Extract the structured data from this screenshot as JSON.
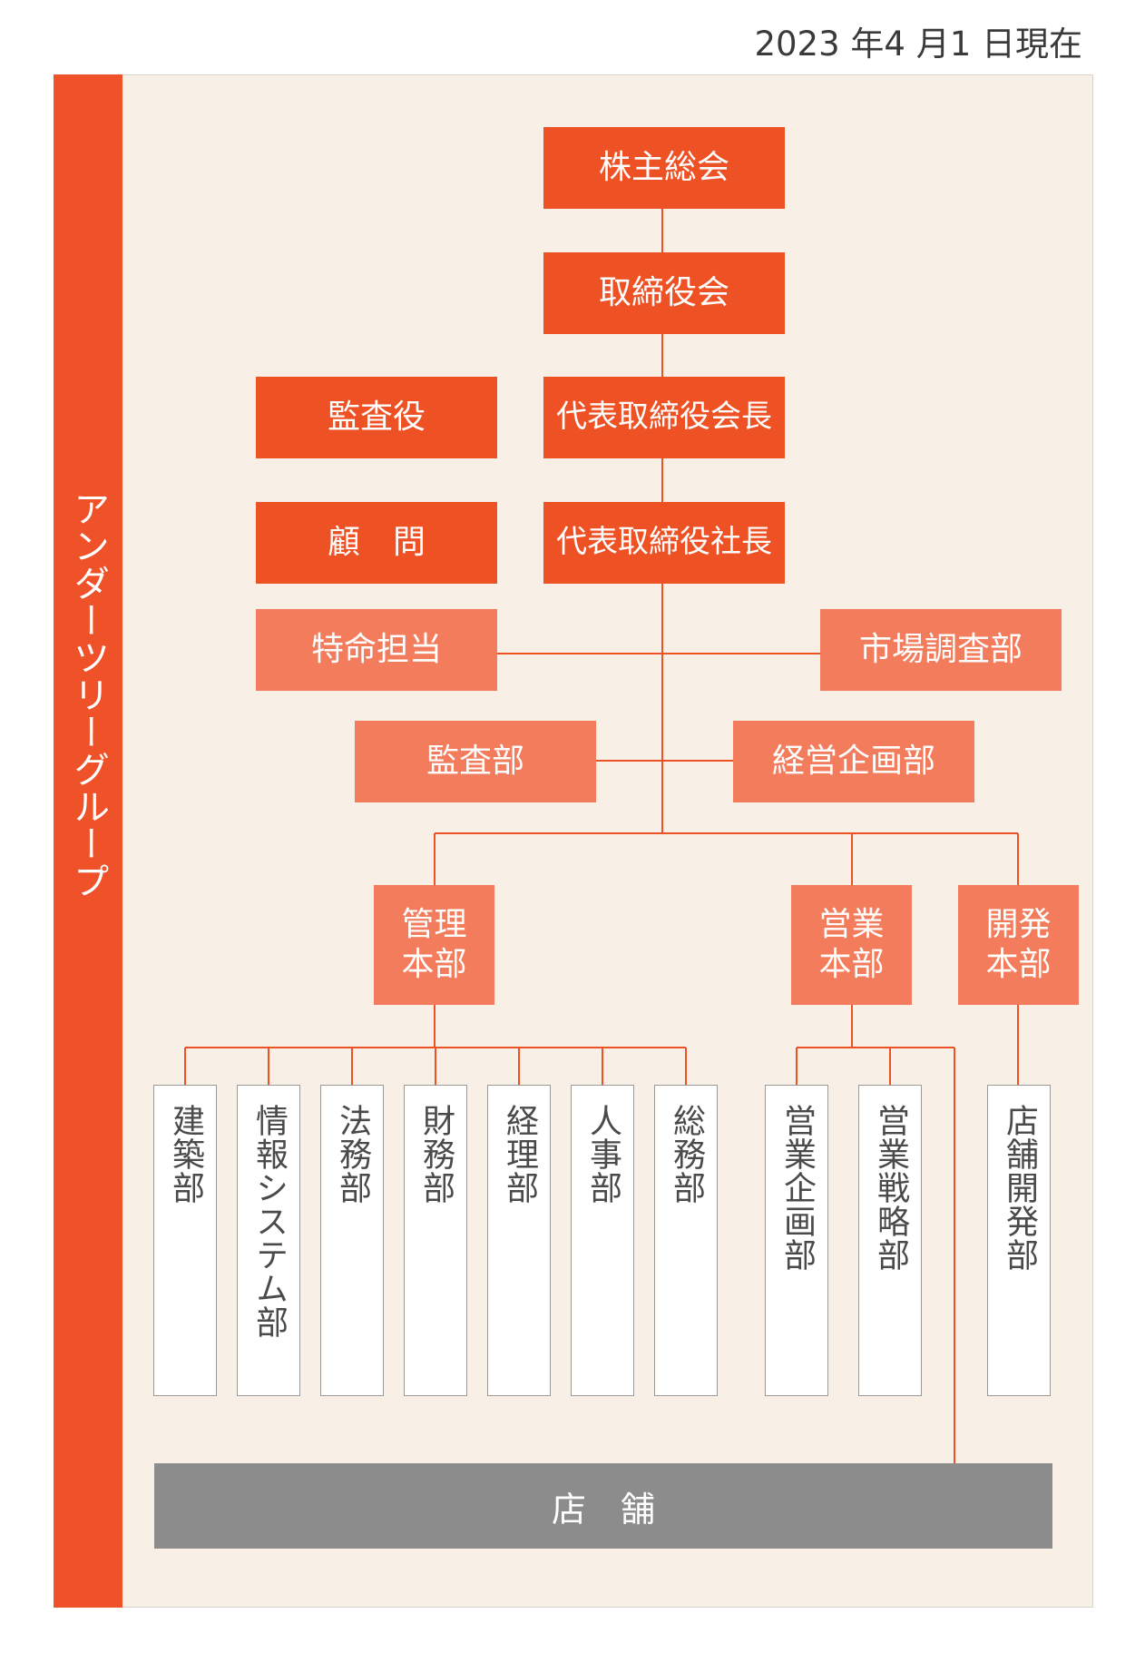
{
  "date_label": "2023 年4 月1 日現在",
  "group_label": "アンダーツリーグループ",
  "colors": {
    "primary": "#ee5124",
    "secondary": "#f27c5b",
    "background": "#f8efe6",
    "store": "#8c8c8c",
    "line": "#ee5124"
  },
  "boxes": {
    "shareholders": "株主総会",
    "board": "取締役会",
    "chairman": "代表取締役会長",
    "auditor": "監査役",
    "advisor": "顧　問",
    "president": "代表取締役社長",
    "special": "特命担当",
    "market_research": "市場調査部",
    "audit_dept": "監査部",
    "management_planning": "経営企画部",
    "admin_hq": "管理\n本部",
    "sales_hq": "営業\n本部",
    "dev_hq": "開発\n本部"
  },
  "departments": [
    "建築部",
    "情報システム部",
    "法務部",
    "財務部",
    "経理部",
    "人事部",
    "総務部",
    "営業企画部",
    "営業戦略部",
    "店舗開発部"
  ],
  "store": "店　舗"
}
